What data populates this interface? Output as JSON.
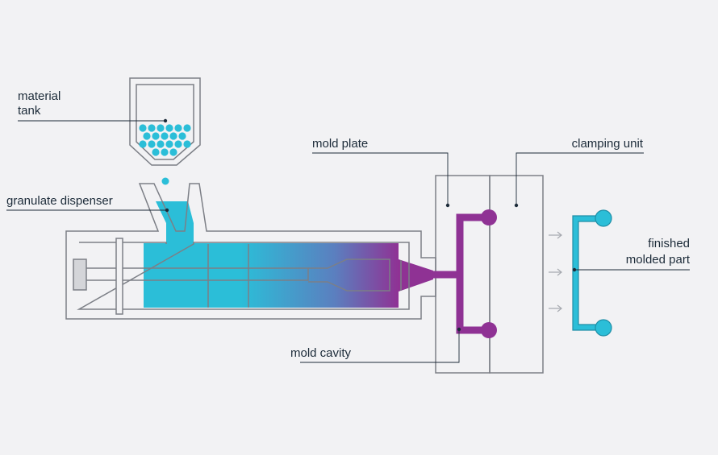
{
  "labels": {
    "material_tank_line1": "material",
    "material_tank_line2": "tank",
    "granulate_dispenser": "granulate dispenser",
    "mold_plate": "mold plate",
    "clamping_unit": "clamping unit",
    "mold_cavity": "mold cavity",
    "finished_part_line1": "finished",
    "finished_part_line2": "molded part"
  },
  "colors": {
    "background": "#f2f2f4",
    "outline": "#7c7f86",
    "granulate": "#2bbed8",
    "melt": "#8f3294",
    "label_text": "#1c2b39",
    "arrow": "#a7aab0"
  }
}
